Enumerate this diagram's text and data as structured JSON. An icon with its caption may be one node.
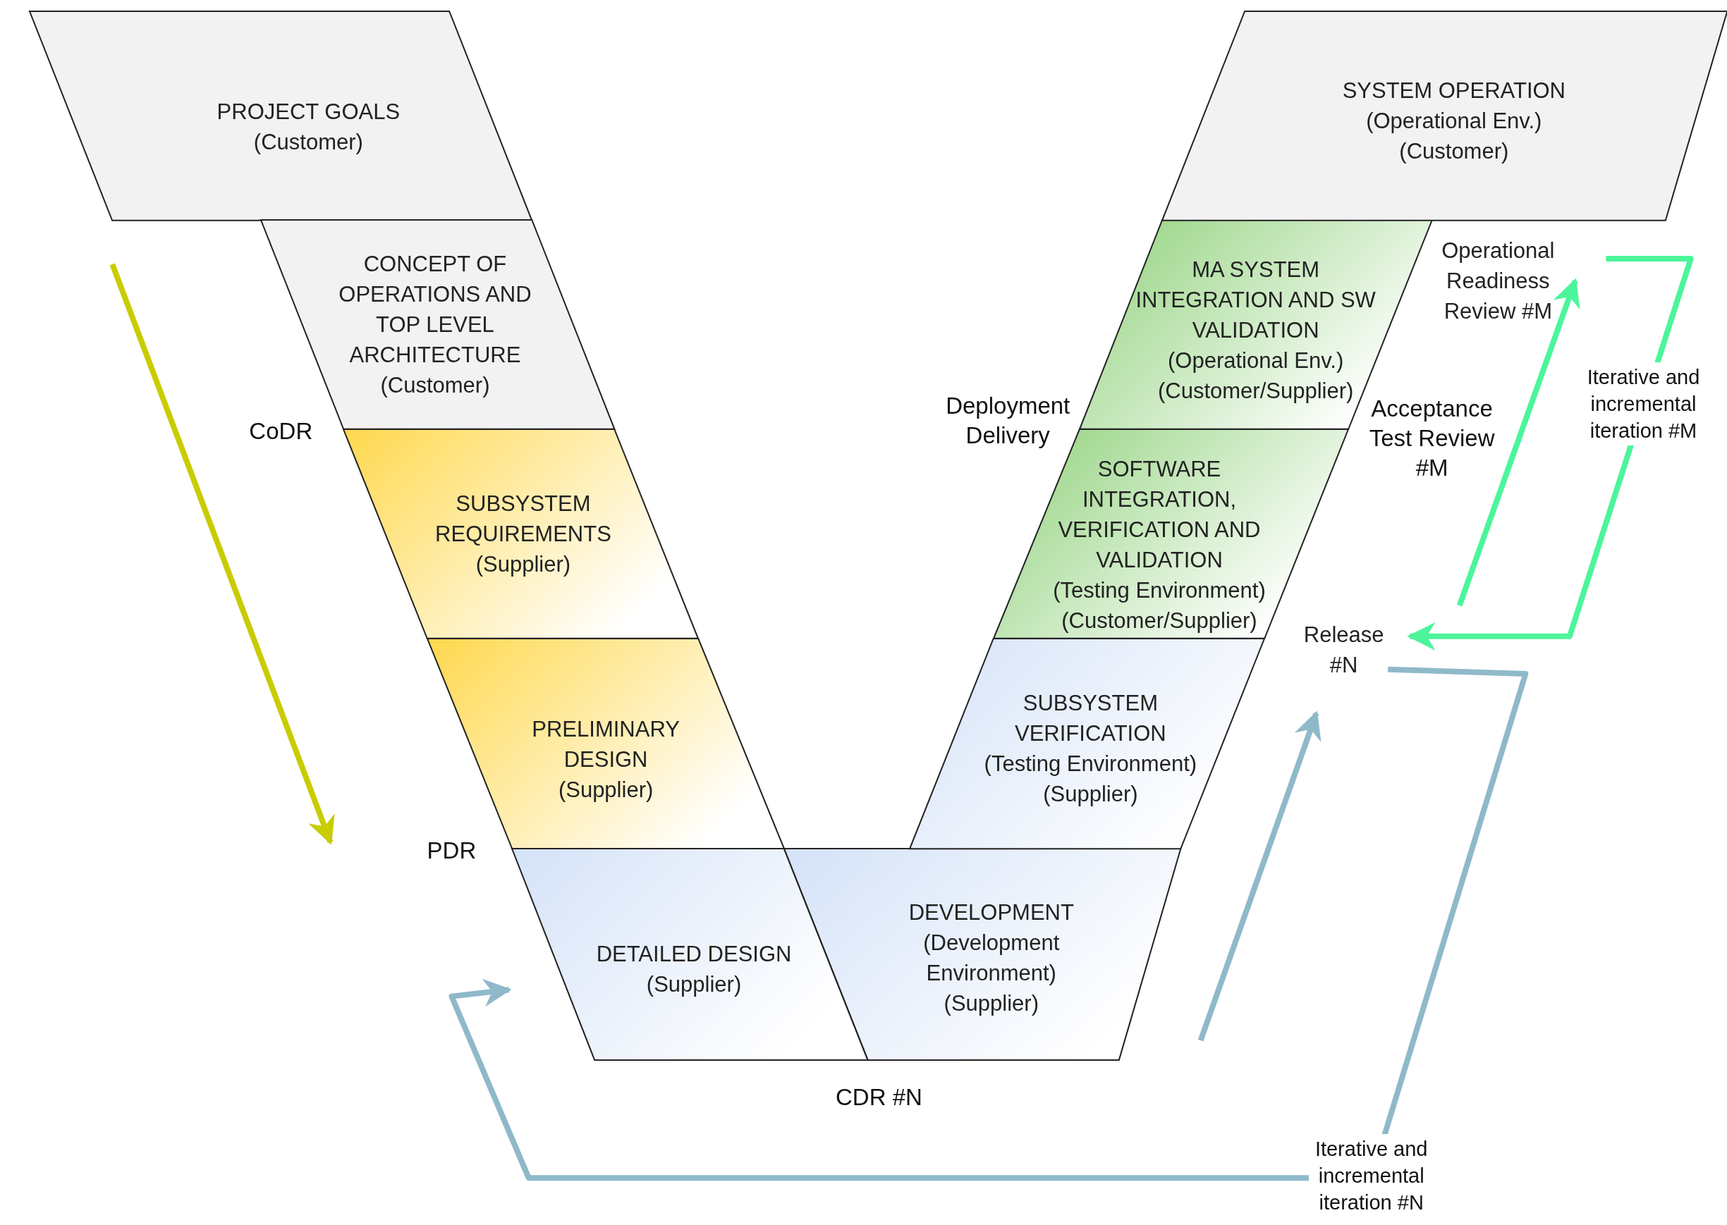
{
  "diagram": {
    "nodes": [
      {
        "text": [
          "PROJECT GOALS",
          "(Customer)"
        ]
      },
      {
        "text": [
          "CONCEPT OF OPERATIONS AND TOP LEVEL ARCHITECTURE",
          "(Customer)"
        ]
      },
      {
        "text": [
          "SUBSYSTEM REQUIREMENTS",
          "(Supplier)"
        ]
      },
      {
        "text": [
          "PRELIMINARY DESIGN",
          "(Supplier)"
        ]
      },
      {
        "text": [
          "DETAILED DESIGN",
          "(Supplier)"
        ]
      },
      {
        "text": [
          "DEVELOPMENT",
          "(Development Environment)",
          "(Supplier)"
        ]
      },
      {
        "text": [
          "SUBSYSTEM VERIFICATION",
          "(Testing Environment)",
          "(Supplier)"
        ]
      },
      {
        "text": [
          "SOFTWARE INTEGRATION, VERIFICATION AND VALIDATION",
          "(Testing Environment)",
          "(Customer/Supplier)"
        ]
      },
      {
        "text": [
          "MA SYSTEM INTEGRATION AND SW VALIDATION",
          "(Operational Env.)",
          "(Customer/Supplier)"
        ]
      },
      {
        "text": [
          "SYSTEM OPERATION",
          "(Operational Env.)",
          "(Customer)"
        ]
      },
      {
        "text": [
          "Release #N"
        ]
      },
      {
        "text": [
          "Operational Readiness Review #M"
        ]
      }
    ],
    "edges": [
      {
        "from": 10,
        "to": 4,
        "arrow": "to",
        "label": "Iterative and incremental iteration #N",
        "color": "#8fb9c9"
      },
      {
        "from": null,
        "to": 10,
        "arrow": "to",
        "color": "#8fb9c9"
      },
      {
        "from": null,
        "to": 11,
        "arrow": "to",
        "color": "#4cf59a"
      },
      {
        "from": 11,
        "to": 10,
        "arrow": "to",
        "label": "Iterative and incremental iteration #M",
        "color": "#4cf59a"
      }
    ],
    "labels": [
      "CoDR",
      "Deployment Delivery",
      "Acceptance Test Review #M",
      "PDR",
      "CDR #N"
    ]
  }
}
